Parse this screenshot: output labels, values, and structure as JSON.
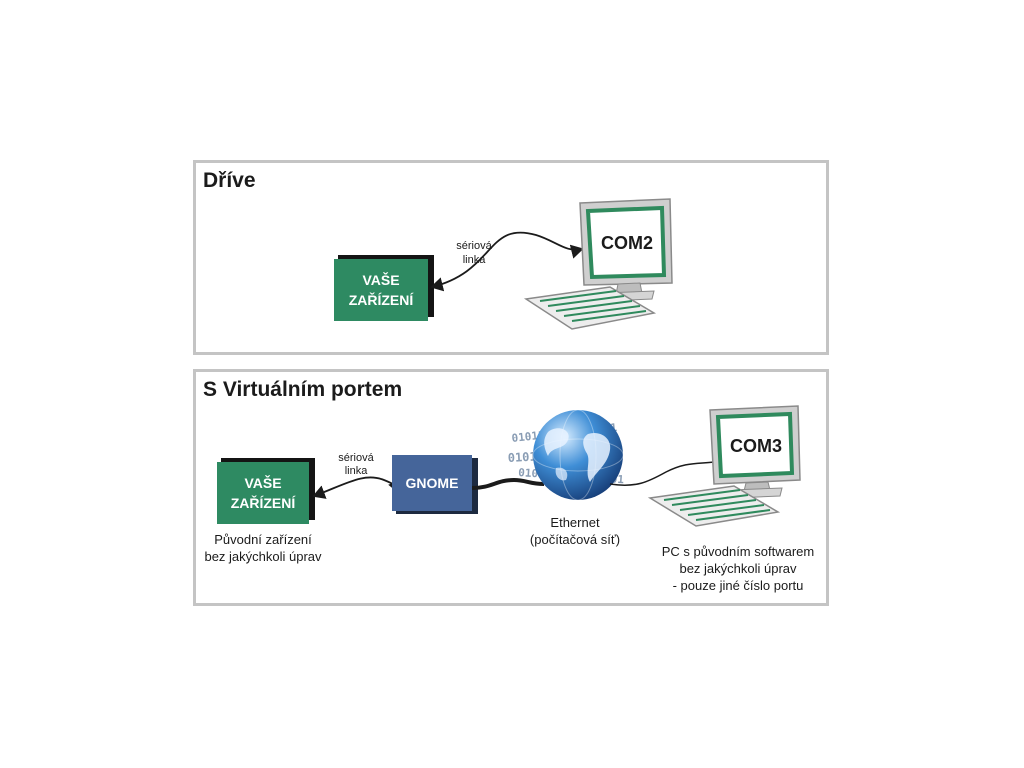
{
  "panels": {
    "before": {
      "title": "Dříve",
      "device_line1": "VAŠE",
      "device_line2": "ZAŘÍZENÍ",
      "link_line1": "sériová",
      "link_line2": "linka",
      "screen_label": "COM2"
    },
    "after": {
      "title": "S Virtuálním portem",
      "device_line1": "VAŠE",
      "device_line2": "ZAŘÍZENÍ",
      "device_caption_line1": "Původní zařízení",
      "device_caption_line2": "bez jakýchkoli úprav",
      "link_line1": "sériová",
      "link_line2": "linka",
      "gnome_label": "GNOME",
      "network_caption_line1": "Ethernet",
      "network_caption_line2": "(počítačová síť)",
      "screen_label": "COM3",
      "pc_caption_line1": "PC s původním softwarem",
      "pc_caption_line2": "bez jakýchkoli úprav",
      "pc_caption_line3": "- pouze jiné číslo portu",
      "binary_stream": "0101101010110101"
    }
  },
  "colors": {
    "device_green": "#2e8a62",
    "gnome_blue": "#45659a",
    "screen_border": "#2f8a5d",
    "frame_gray": "#c4c4c4"
  },
  "icons": [
    "computer-icon",
    "keyboard-icon",
    "globe-icon"
  ]
}
